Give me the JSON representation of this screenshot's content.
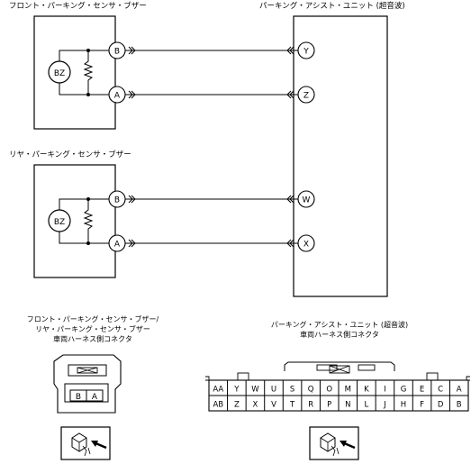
{
  "titles": {
    "front_buzzer": "フロント・パーキング・センサ・ブザー",
    "unit": "パーキング・アシスト・ユニット (超音波)",
    "rear_buzzer": "リヤ・パーキング・センサ・ブザー"
  },
  "buzzer_label": "BZ",
  "front_pins": [
    "B",
    "A"
  ],
  "rear_pins": [
    "B",
    "A"
  ],
  "unit_pins": [
    "Y",
    "Z",
    "W",
    "X"
  ],
  "bottom_left_caption": [
    "フロント・パーキング・センサ・ブザー/",
    "リヤ・パーキング・センサ・ブザー",
    "車両ハーネス側コネクタ"
  ],
  "bottom_right_caption": [
    "パーキング・アシスト・ユニット (超音波)",
    "車両ハーネス側コネクタ"
  ],
  "small_connector_pins": [
    "B",
    "A"
  ],
  "unit_connector": {
    "top_row": [
      "AA",
      "Y",
      "W",
      "U",
      "S",
      "Q",
      "O",
      "M",
      "K",
      "I",
      "G",
      "E",
      "C",
      "A"
    ],
    "bottom_row": [
      "AB",
      "Z",
      "X",
      "V",
      "T",
      "R",
      "P",
      "N",
      "L",
      "J",
      "H",
      "F",
      "D",
      "B"
    ]
  }
}
